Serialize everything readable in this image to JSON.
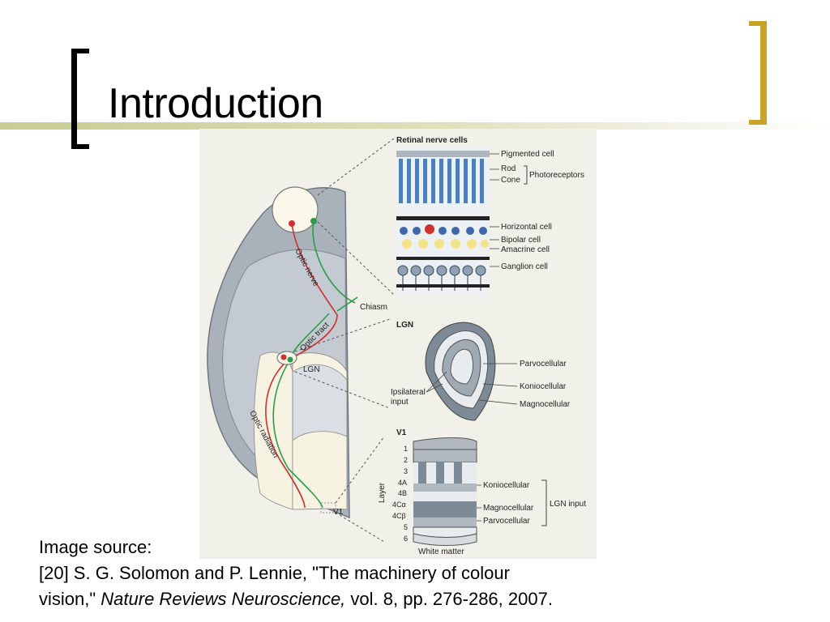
{
  "slide": {
    "title": "Introduction",
    "accent_color": "#C9B02A",
    "rule_color": "#CDD29B"
  },
  "figure": {
    "labels": {
      "retinal_nerve_cells": "Retinal nerve cells",
      "pigmented_cell": "Pigmented cell",
      "rod": "Rod",
      "cone": "Cone",
      "photoreceptors": "Photoreceptors",
      "horizontal_cell": "Horizontal cell",
      "bipolar_cell": "Bipolar cell",
      "amacrine_cell": "Amacrine cell",
      "ganglion_cell": "Ganglion cell",
      "optic_nerve": "Optic nerve",
      "chiasm": "Chiasm",
      "optic_tract": "Optic tract",
      "lgn_small": "LGN",
      "lgn_panel": "LGN",
      "parvocellular": "Parvocellular",
      "koniocellular": "Koniocellular",
      "magnocellular": "Magnocellular",
      "ipsilateral": "Ipsilateral",
      "input": "input",
      "optic_radiation": "Optic radiation",
      "v1_small": "V1",
      "v1_panel": "V1",
      "layer_axis": "Layer",
      "layers": [
        "1",
        "2",
        "3",
        "4A",
        "4B",
        "4Cα",
        "4Cβ",
        "5",
        "6"
      ],
      "v1_koniocellular": "Koniocellular",
      "v1_magnocellular": "Magnocellular",
      "v1_parvocellular": "Parvocellular",
      "lgn_input": "LGN input",
      "white_matter": "White matter"
    }
  },
  "caption": {
    "line1": "Image source:",
    "line2": "[20] S. G. Solomon and P. Lennie, \"The machinery of colour",
    "line3_prefix": "vision,\" ",
    "line3_journal": "Nature Reviews Neuroscience,",
    "line3_suffix": " vol. 8, pp. 276-286, 2007."
  }
}
